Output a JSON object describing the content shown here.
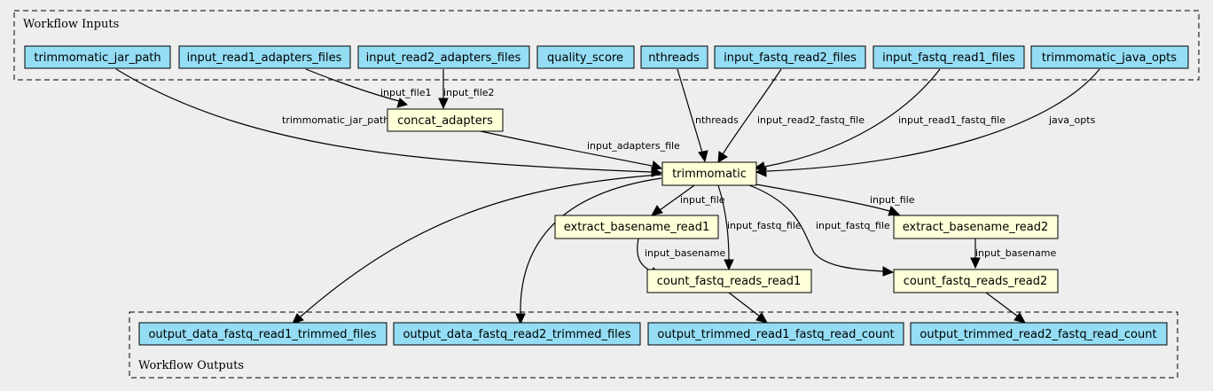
{
  "clusters": {
    "inputs_label": "Workflow Inputs",
    "outputs_label": "Workflow Outputs"
  },
  "nodes": {
    "trimmomatic_jar_path": "trimmomatic_jar_path",
    "input_read1_adapters_files": "input_read1_adapters_files",
    "input_read2_adapters_files": "input_read2_adapters_files",
    "quality_score": "quality_score",
    "nthreads": "nthreads",
    "input_fastq_read2_files": "input_fastq_read2_files",
    "input_fastq_read1_files": "input_fastq_read1_files",
    "trimmomatic_java_opts": "trimmomatic_java_opts",
    "concat_adapters": "concat_adapters",
    "trimmomatic": "trimmomatic",
    "extract_basename_read1": "extract_basename_read1",
    "extract_basename_read2": "extract_basename_read2",
    "count_fastq_reads_read1": "count_fastq_reads_read1",
    "count_fastq_reads_read2": "count_fastq_reads_read2",
    "output_data_fastq_read1_trimmed_files": "output_data_fastq_read1_trimmed_files",
    "output_data_fastq_read2_trimmed_files": "output_data_fastq_read2_trimmed_files",
    "output_trimmed_read1_fastq_read_count": "output_trimmed_read1_fastq_read_count",
    "output_trimmed_read2_fastq_read_count": "output_trimmed_read2_fastq_read_count"
  },
  "edge_labels": {
    "input_file1": "input_file1",
    "input_file2": "input_file2",
    "trimmomatic_jar_path": "trimmomatic_jar_path",
    "nthreads": "nthreads",
    "input_read2_fastq_file": "input_read2_fastq_file",
    "input_read1_fastq_file": "input_read1_fastq_file",
    "java_opts": "java_opts",
    "input_adapters_file": "input_adapters_file",
    "input_file_r1": "input_file",
    "input_file_r2": "input_file",
    "input_fastq_file_r1": "input_fastq_file",
    "input_fastq_file_r2": "input_fastq_file",
    "input_basename_r1": "input_basename",
    "input_basename_r2": "input_basename"
  }
}
